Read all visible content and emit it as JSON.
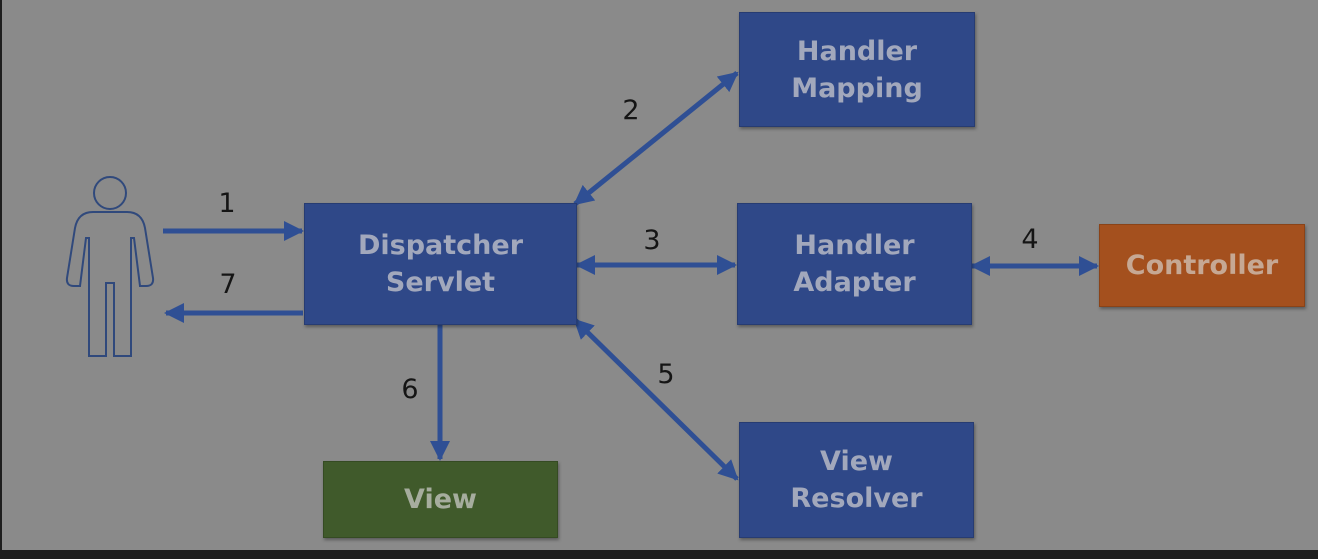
{
  "nodes": {
    "dispatcher": {
      "line1": "Dispatcher",
      "line2": "Servlet"
    },
    "handler_mapping": {
      "line1": "Handler",
      "line2": "Mapping"
    },
    "handler_adapter": {
      "line1": "Handler",
      "line2": "Adapter"
    },
    "controller": {
      "label": "Controller"
    },
    "view_resolver": {
      "line1": "View",
      "line2": "Resolver"
    },
    "view": {
      "label": "View"
    }
  },
  "steps": [
    "1",
    "2",
    "3",
    "4",
    "5",
    "6",
    "7"
  ],
  "colors": {
    "background": "#8a8a8a",
    "blue_box": "#2f4888",
    "orange_box": "#a4501e",
    "green_box": "#405a2b",
    "arrow": "#2f4f94",
    "user_outline": "#30497c"
  },
  "icons": {
    "user": "person-icon"
  }
}
